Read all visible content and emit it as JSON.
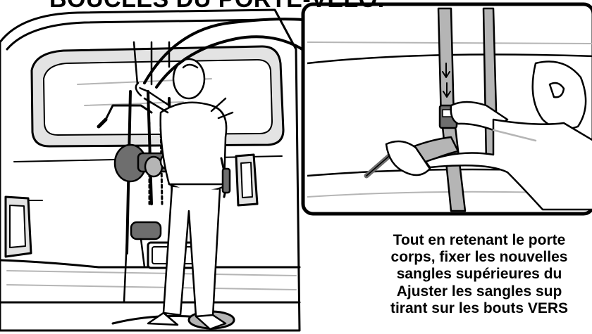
{
  "heading": "BOUCLES DU PORTE-VÉLO.",
  "caption": {
    "line1": "Tout en retenant le porte",
    "line2": "corps, fixer les nouvelles",
    "line3": "sangles supérieures du",
    "line4": "Ajuster les sangles sup",
    "line5": "tirant sur les bouts VERS"
  },
  "colors": {
    "ink": "#000000",
    "tint": "#e3e3e3",
    "mid": "#b5b5b5",
    "dark": "#6e6e6e",
    "paper": "#ffffff"
  },
  "icons": [
    "car-rear-illustration",
    "person-installing-rack-illustration",
    "detail-zoom-inset",
    "strap-buckle-detail-illustration"
  ]
}
